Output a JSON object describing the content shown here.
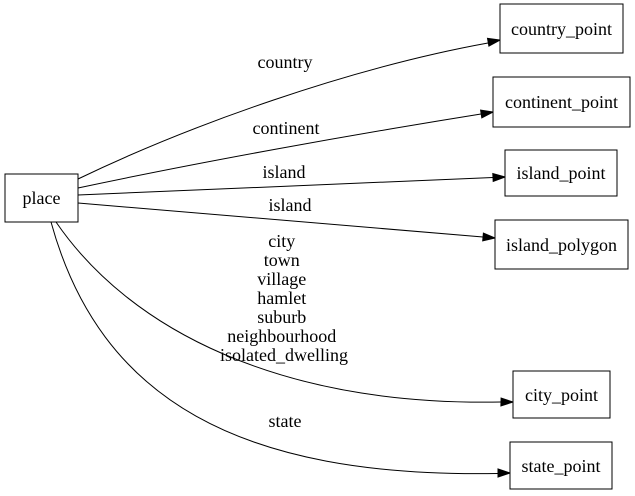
{
  "graph": {
    "type": "directed-graph",
    "background_color": "#ffffff",
    "line_color": "#000000",
    "text_color": "#000000",
    "nodes": [
      {
        "id": "place",
        "label": "place"
      },
      {
        "id": "country_point",
        "label": "country_point"
      },
      {
        "id": "continent_point",
        "label": "continent_point"
      },
      {
        "id": "island_point",
        "label": "island_point"
      },
      {
        "id": "island_polygon",
        "label": "island_polygon"
      },
      {
        "id": "city_point",
        "label": "city_point"
      },
      {
        "id": "state_point",
        "label": "state_point"
      }
    ],
    "edges": [
      {
        "from": "place",
        "to": "country_point",
        "label": "country"
      },
      {
        "from": "place",
        "to": "continent_point",
        "label": "continent"
      },
      {
        "from": "place",
        "to": "island_point",
        "label": "island"
      },
      {
        "from": "place",
        "to": "island_polygon",
        "label": "island"
      },
      {
        "from": "place",
        "to": "city_point",
        "label_lines": [
          "city",
          "town",
          "village",
          "hamlet",
          "suburb",
          "neighbourhood",
          "isolated_dwelling"
        ]
      },
      {
        "from": "place",
        "to": "state_point",
        "label": "state"
      }
    ]
  }
}
